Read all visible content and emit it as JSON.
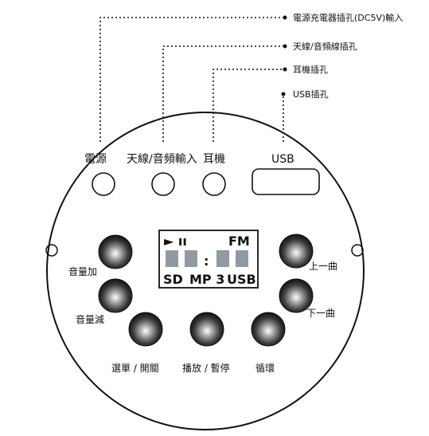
{
  "callouts": {
    "dc_jack": "電源充電器插孔(DC5V)輸入",
    "antenna_jack": "天線/音頻線插孔",
    "headphone_jack": "耳機插孔",
    "usb_jack": "USB插孔"
  },
  "ports": {
    "power": "電源",
    "antenna_audio_in": "天線/音頻輸入",
    "headphone": "耳機",
    "usb": "USB"
  },
  "lcd": {
    "play_pause_glyph": "► ıı",
    "band": "FM",
    "colon": ":",
    "mode_sd": "SD",
    "mode_mp3": "MP 3",
    "mode_usb": "USB"
  },
  "buttons": {
    "volume_up": "音量加",
    "volume_down": "音量減",
    "prev_track": "上一曲",
    "next_track": "下一曲",
    "select_power": "選單 / 開關",
    "play_pause": "播放 / 暫停",
    "repeat": "循環"
  },
  "colors": {
    "line": "#111111",
    "lcd_segment": "#8f9aa3",
    "button_face": "#7d7d7d",
    "button_dark": "#1c1c1c"
  }
}
